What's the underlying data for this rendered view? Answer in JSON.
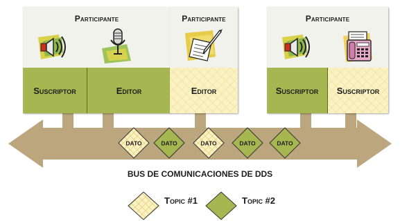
{
  "participants": [
    {
      "title": "Participante",
      "roles": [
        {
          "label": "Suscriptor",
          "style": "green"
        },
        {
          "label": "Editor",
          "style": "green"
        }
      ]
    },
    {
      "title": "Participante",
      "roles": [
        {
          "label": "Editor",
          "style": "cream"
        }
      ]
    },
    {
      "title": "Participante",
      "roles": [
        {
          "label": "Suscriptor",
          "style": "green"
        },
        {
          "label": "Suscriptor",
          "style": "cream"
        }
      ]
    }
  ],
  "data_tokens": [
    {
      "label": "DATO",
      "topic": "topic1"
    },
    {
      "label": "DATO",
      "topic": "topic2"
    },
    {
      "label": "DATO",
      "topic": "topic1"
    },
    {
      "label": "DATO",
      "topic": "topic2"
    },
    {
      "label": "DATO",
      "topic": "topic2"
    }
  ],
  "bus": {
    "label": "BUS DE COMUNICACIONES DE DDS"
  },
  "legend": [
    {
      "label": "Topic #1",
      "color": "#fbf2c4"
    },
    {
      "label": "Topic #2",
      "color": "#a6b650"
    }
  ],
  "colors": {
    "bus": "#bca67e",
    "green": "#a6b650",
    "cream": "#fbf2c4",
    "panel": "#f2f2ec"
  },
  "icons": [
    "speaker-icon",
    "microphone-icon",
    "document-pen-icon",
    "speaker-icon",
    "fax-phone-icon"
  ]
}
